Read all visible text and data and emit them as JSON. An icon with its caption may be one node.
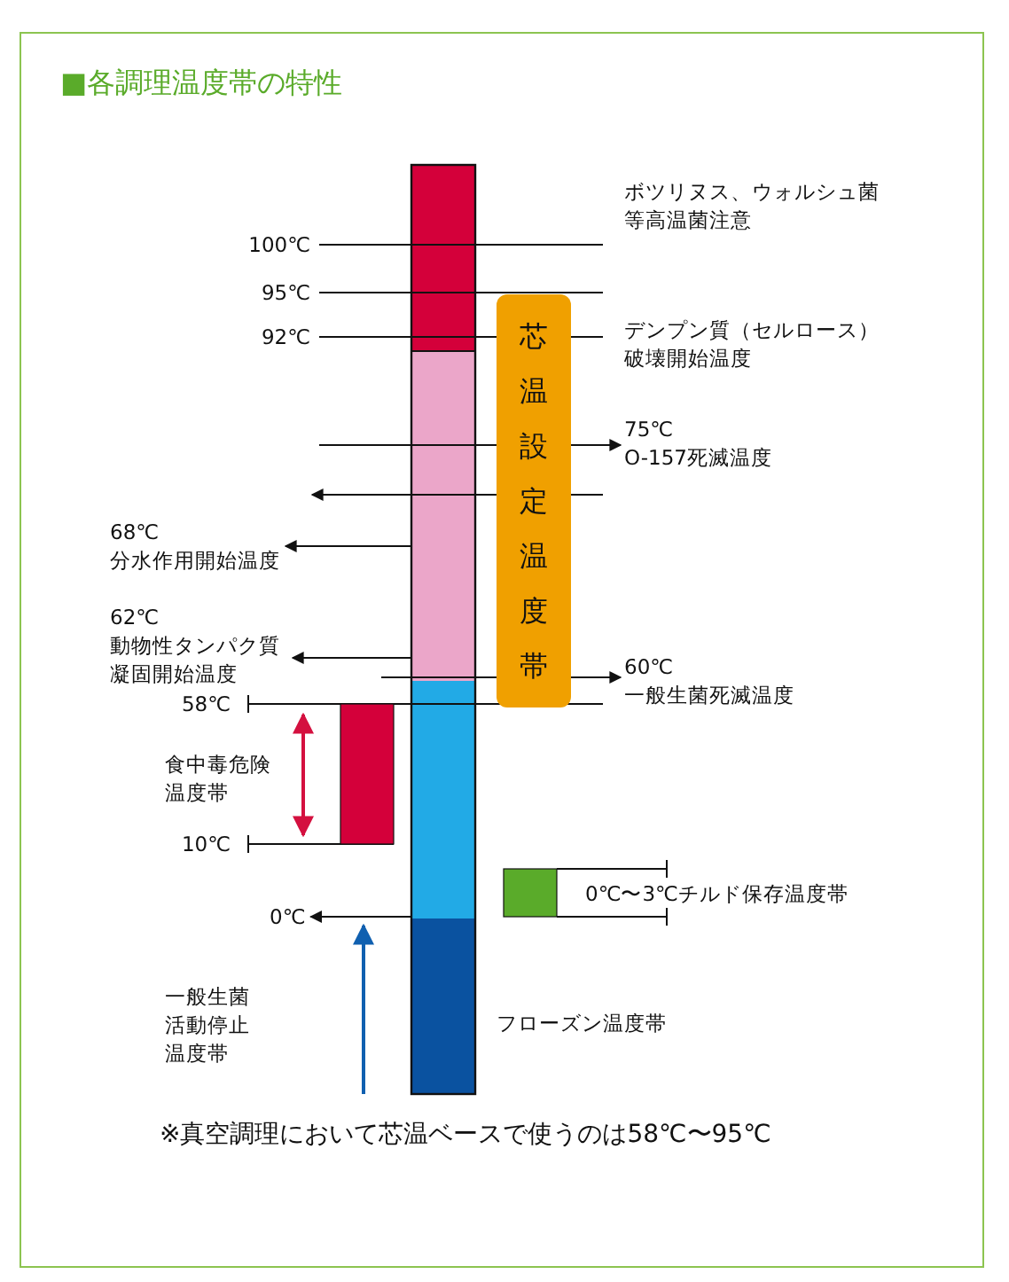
{
  "diagram": {
    "title": "■各調理温度帯の特性",
    "caption": "※真空調理において芯温ベースで使うのは58℃〜95℃",
    "nodes": [
      {
        "text": [
          "芯温設定温度帯"
        ]
      },
      {
        "text": [
          "75℃",
          "O-157死滅温度"
        ]
      },
      {
        "text": [
          "68℃",
          "分水作用開始温度"
        ]
      },
      {
        "text": [
          "62℃",
          "動物性タンパク質凝固開始温度"
        ]
      },
      {
        "text": [
          "60℃",
          "一般生菌死滅温度"
        ]
      },
      {
        "text": [
          "0℃"
        ]
      },
      {
        "text": [],
        "shape": "bar"
      }
    ],
    "edges": [
      {
        "from": null,
        "to": 1,
        "arrow": "to"
      },
      {
        "from": 6,
        "to": 2,
        "arrow": "to"
      },
      {
        "from": 6,
        "to": 3,
        "arrow": "to"
      },
      {
        "from": null,
        "to": 4,
        "arrow": "to"
      },
      {
        "from": 6,
        "to": 5,
        "arrow": "to"
      }
    ],
    "labels": [
      "ボツリヌス、ウォルシュ菌等高温菌注意",
      "100℃",
      "95℃",
      "92℃",
      "デンプン質（セルロース）破壊開始温度",
      "58℃",
      "食中毒危険温度帯",
      "10℃",
      "0℃〜3℃チルド保存温度帯",
      "一般生菌活動停止温度帯",
      "フローズン温度帯"
    ]
  }
}
